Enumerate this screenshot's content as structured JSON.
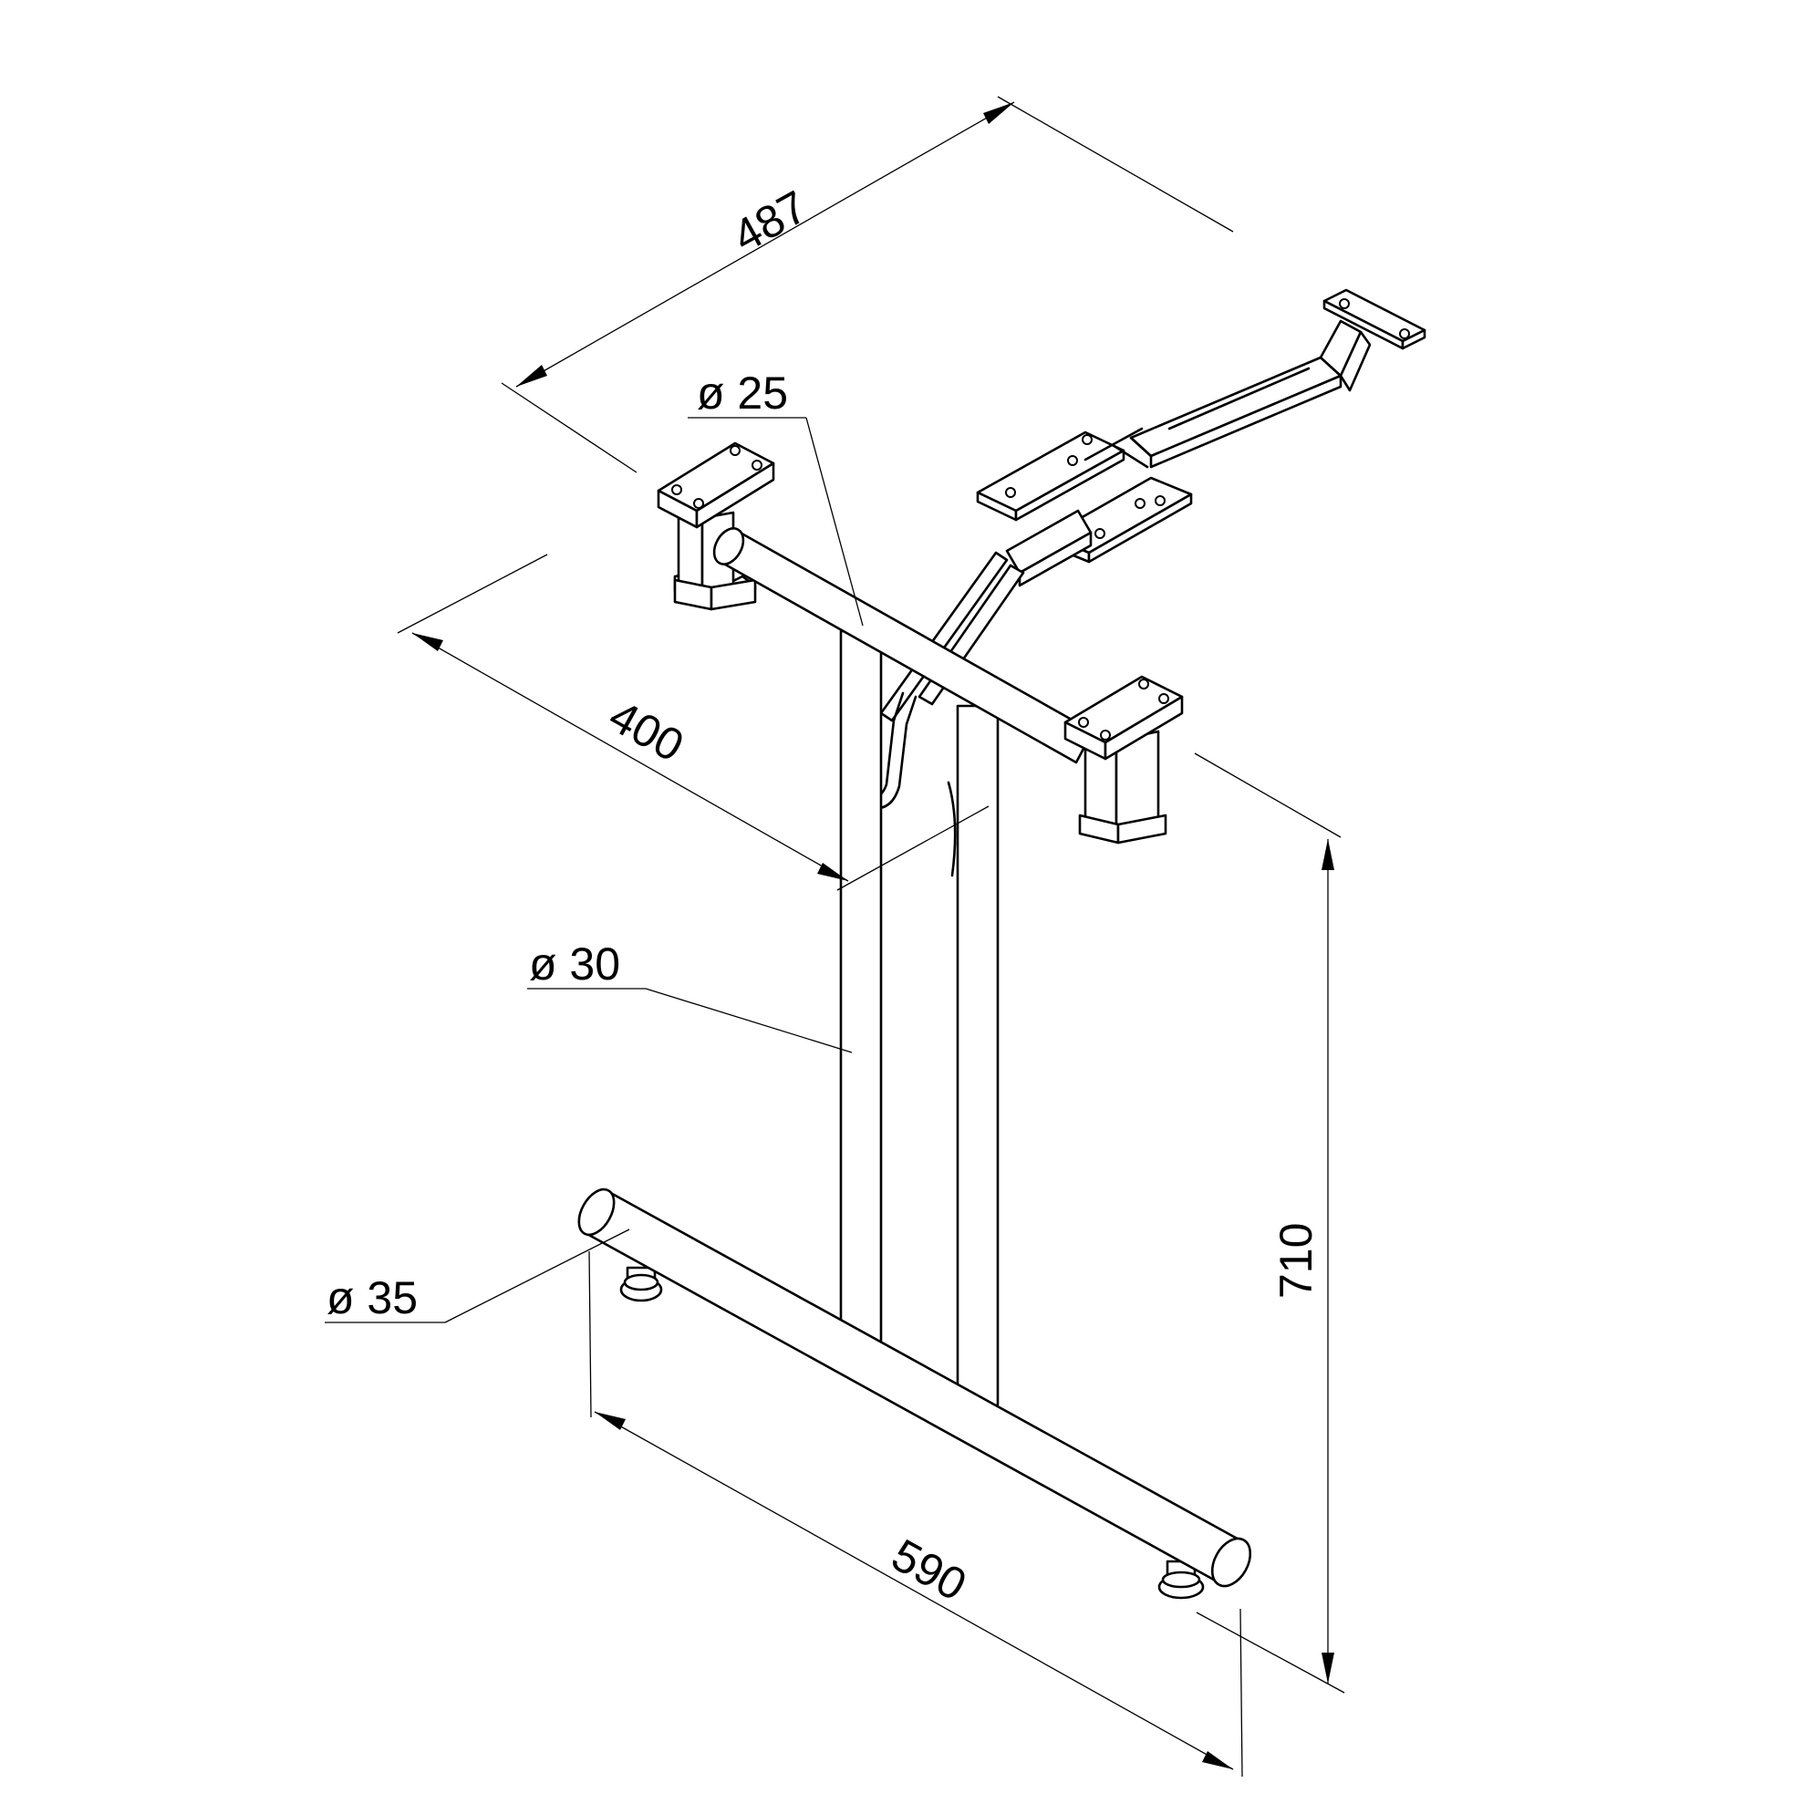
{
  "dimensions": {
    "width_top": "487",
    "leg_spacing": "400",
    "height": "710",
    "foot_length": "590"
  },
  "tube_diameters": {
    "top_bar": "ø 25",
    "upright": "ø 30",
    "foot_bar": "ø 35"
  }
}
